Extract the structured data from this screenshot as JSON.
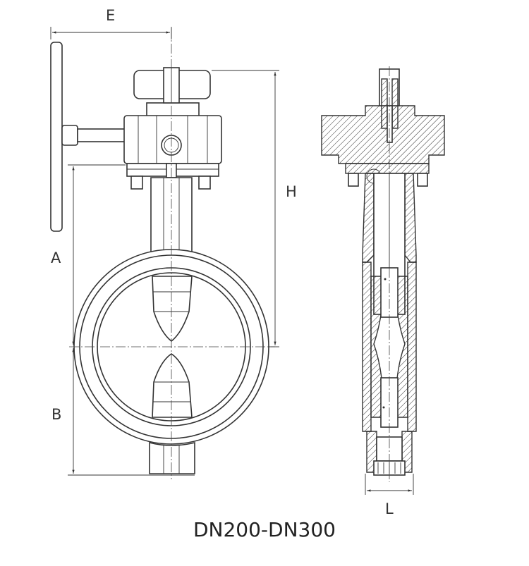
{
  "caption": "DN200-DN300",
  "dimensions": {
    "E": "E",
    "H": "H",
    "A": "A",
    "B": "B",
    "L": "L"
  }
}
